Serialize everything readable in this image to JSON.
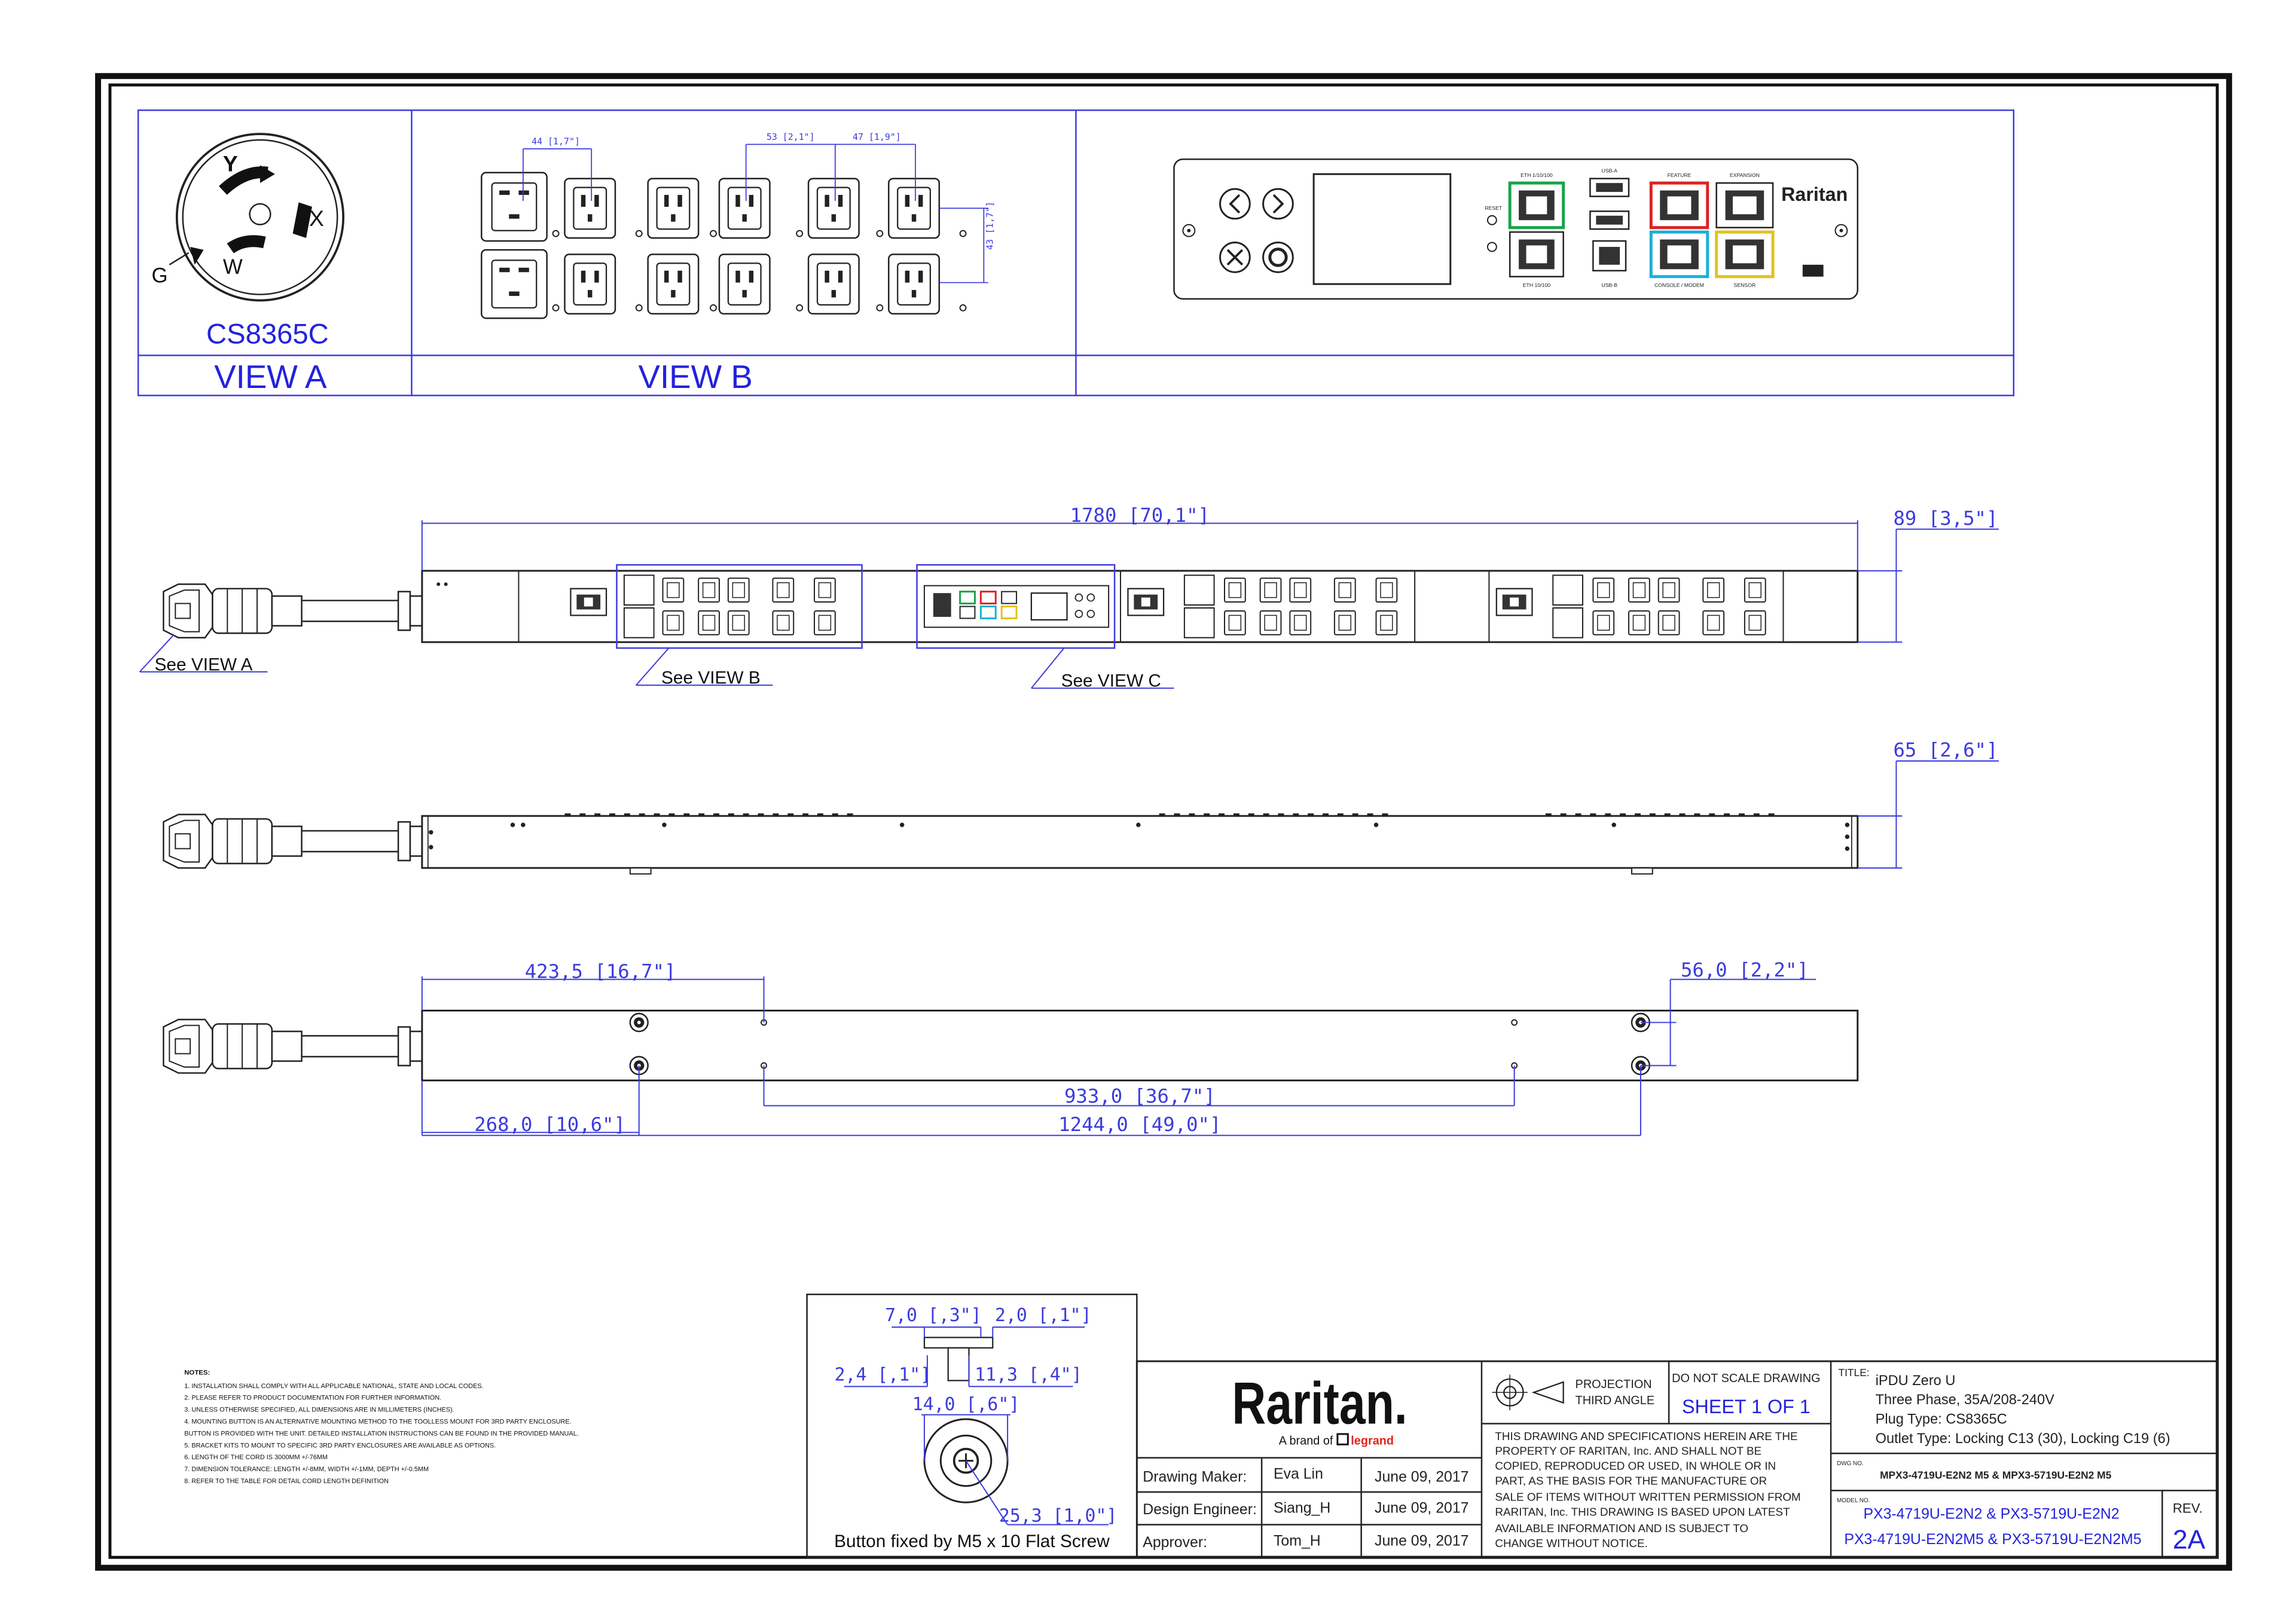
{
  "views": {
    "plug_model": "CS8365C",
    "view_a": "VIEW A",
    "view_b": "VIEW B",
    "plug_pins": [
      "Y",
      "X",
      "W",
      "G"
    ],
    "view_b_dims": [
      "44 [1,7\"]",
      "53 [2,1\"]",
      "47 [1,9\"]",
      "43 [1,7\"]"
    ],
    "controller_labels": {
      "brand": "Raritan",
      "eth1": "ETH 1/10/100",
      "eth2": "ETH 10/100",
      "usb_a": "USB-A",
      "usb_b": "USB-B",
      "feature": "FEATURE",
      "expansion": "EXPANSION",
      "console": "CONSOLE / MODEM",
      "sensor": "SENSOR",
      "reset": "RESET"
    }
  },
  "front_view": {
    "dim_length": "1780 [70,1\"]",
    "dim_depth": "89 [3,5\"]",
    "see_a": "See VIEW A",
    "see_b": "See VIEW B",
    "see_c": "See VIEW C"
  },
  "side_view": {
    "dim_width": "65 [2,6\"]"
  },
  "back_view": {
    "dim_top_left": "423,5 [16,7\"]",
    "dim_top_right": "56,0 [2,2\"]",
    "dim_mid": "933,0 [36,7\"]",
    "dim_bottom_left": "268,0 [10,6\"]",
    "dim_bottom_mid": "1244,0 [49,0\"]"
  },
  "notes": {
    "title": "NOTES:",
    "lines": [
      "1. INSTALLATION SHALL COMPLY WITH ALL APPLICABLE NATIONAL, STATE AND LOCAL CODES.",
      "2. PLEASE REFER TO PRODUCT DOCUMENTATION FOR FURTHER INFORMATION.",
      "3. UNLESS OTHERWISE SPECIFIED, ALL DIMENSIONS ARE IN MILLIMETERS (INCHES).",
      "4. MOUNTING BUTTON IS AN ALTERNATIVE MOUNTING METHOD TO THE TOOLLESS MOUNT FOR 3RD PARTY ENCLOSURE.",
      "   BUTTON IS PROVIDED WITH THE UNIT. DETAILED INSTALLATION INSTRUCTIONS CAN BE FOUND IN THE PROVIDED MANUAL.",
      "5. BRACKET KITS TO MOUNT TO SPECIFIC 3RD PARTY ENCLOSURES ARE AVAILABLE AS OPTIONS.",
      "6. LENGTH OF THE CORD IS 3000MM +/-76MM",
      "7. DIMENSION TOLERANCE: LENGTH +/-8MM, WIDTH +/-1MM, DEPTH +/-0.5MM",
      "8. REFER TO THE TABLE FOR DETAIL CORD LENGTH DEFINITION"
    ]
  },
  "button_detail": {
    "dim_1": "7,0 [,3\"]",
    "dim_2": "2,0 [,1\"]",
    "dim_3": "2,4 [,1\"]",
    "dim_4": "11,3 [,4\"]",
    "dim_5": "14,0 [,6\"]",
    "dim_6": "25,3 [1,0\"]",
    "caption": "Button fixed by M5 x 10 Flat Screw"
  },
  "title_block": {
    "logo": "Raritan.",
    "tagline_prefix": "A brand of",
    "tagline_brand": "legrand",
    "rows": [
      {
        "role": "Drawing Maker:",
        "name": "Eva Lin",
        "date": "June 09, 2017"
      },
      {
        "role": "Design Engineer:",
        "name": "Siang_H",
        "date": "June 09, 2017"
      },
      {
        "role": "Approver:",
        "name": "Tom_H",
        "date": "June 09, 2017"
      }
    ],
    "projection_1": "PROJECTION",
    "projection_2": "THIRD ANGLE",
    "do_not_scale": "DO NOT SCALE DRAWING",
    "sheet": "SHEET 1 OF 1",
    "disclaimer": [
      "THIS DRAWING AND SPECIFICATIONS HEREIN ARE THE",
      "PROPERTY OF RARITAN, Inc. AND SHALL NOT BE",
      "COPIED, REPRODUCED OR USED, IN WHOLE OR IN",
      "PART, AS THE BASIS FOR THE MANUFACTURE OR",
      "SALE OF ITEMS WITHOUT WRITTEN PERMISSION FROM",
      "RARITAN, Inc. THIS DRAWING IS BASED UPON LATEST",
      "AVAILABLE INFORMATION AND IS SUBJECT TO",
      "CHANGE WITHOUT NOTICE."
    ],
    "title_label": "TITLE:",
    "title_lines": [
      "iPDU Zero U",
      "Three Phase, 35A/208-240V",
      "Plug Type: CS8365C",
      "Outlet Type: Locking C13 (30), Locking C19 (6)"
    ],
    "dwg_label": "DWG NO.",
    "dwg_no": "MPX3-4719U-E2N2 M5 & MPX3-5719U-E2N2 M5",
    "model_label": "MODEL NO.",
    "model_1": "PX3-4719U-E2N2 & PX3-5719U-E2N2",
    "model_2": "PX3-4719U-E2N2M5 & PX3-5719U-E2N2M5",
    "rev_label": "REV.",
    "rev": "2A"
  },
  "colors": {
    "line": "#1a1a1a",
    "dim": "#3b3bdc",
    "title_blue": "#2222dd",
    "legrand": "#e2231a"
  }
}
